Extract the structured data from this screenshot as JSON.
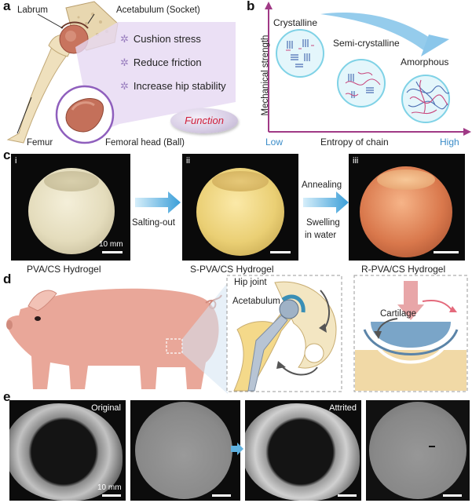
{
  "panel_a": {
    "letter": "a",
    "labrum": "Labrum",
    "acetabulum": "Acetabulum (Socket)",
    "femur": "Femur",
    "femoral_head": "Femoral head (Ball)",
    "functions": [
      "Cushion stress",
      "Reduce friction",
      "Increase hip stability"
    ],
    "function_label": "Function"
  },
  "panel_b": {
    "letter": "b",
    "ylabel": "Mechanical strength",
    "xlabel": "Entropy of chain",
    "x_low": "Low",
    "x_high": "High",
    "states": [
      "Crystalline",
      "Semi-crystalline",
      "Amorphous"
    ]
  },
  "panel_c": {
    "letter": "c",
    "romans": [
      "i",
      "ii",
      "iii"
    ],
    "scale_label": "10 mm",
    "step1": "Salting-out",
    "step2_top": "Annealing",
    "step2_bottom_1": "Swelling",
    "step2_bottom_2": "in water",
    "captions": [
      "PVA/CS Hydrogel",
      "S-PVA/CS Hydrogel",
      "R-PVA/CS Hydrogel"
    ]
  },
  "panel_d": {
    "letter": "d",
    "hip_joint": "Hip joint",
    "acetabulum": "Acetabulum",
    "cartilage": "Cartilage"
  },
  "panel_e": {
    "letter": "e",
    "original": "Original",
    "attrited": "Attrited",
    "scale_label": "10 mm"
  },
  "colors": {
    "accent_blue": "#3aa0d8",
    "function_red": "#d0203a",
    "axis_purple": "#a03a86",
    "pig_pink": "#e8a89a"
  }
}
